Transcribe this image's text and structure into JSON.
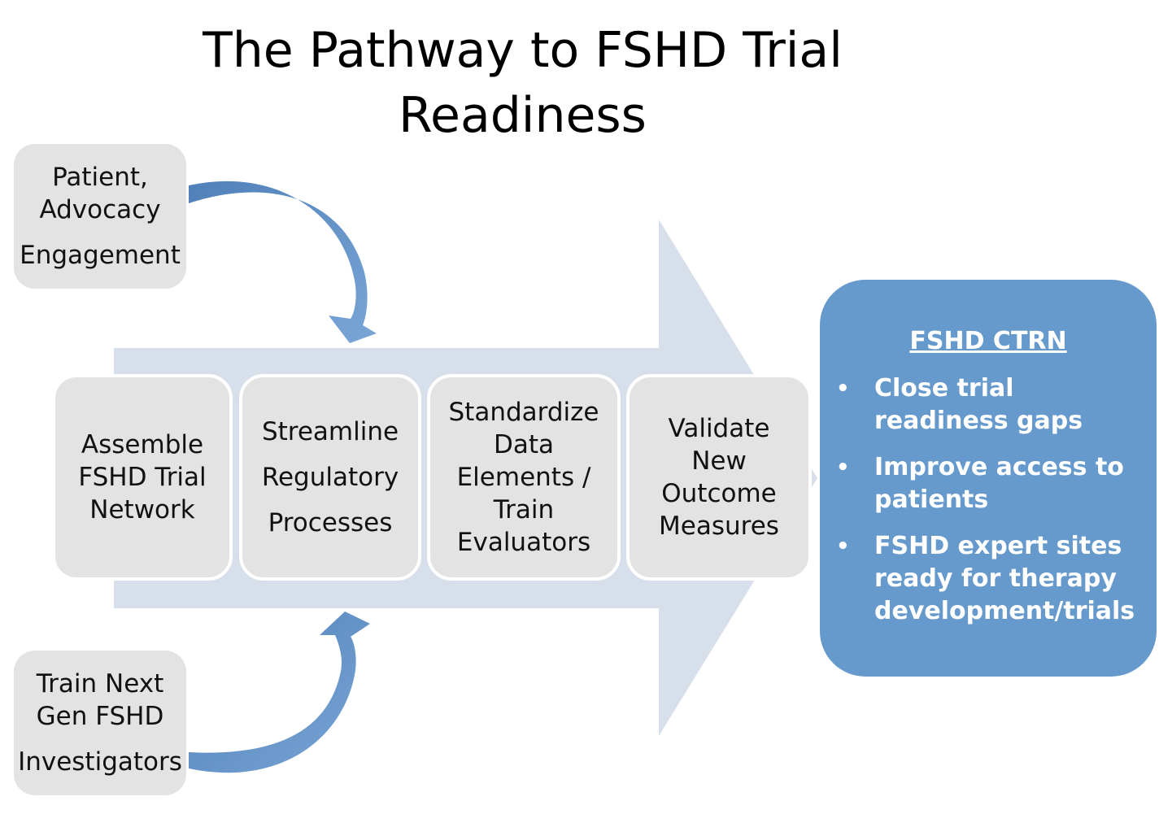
{
  "title": {
    "line1": "The Pathway to FSHD Trial",
    "line2": "Readiness"
  },
  "top_input": {
    "line1": "Patient,",
    "line2": "Advocacy",
    "line3": "Engagement"
  },
  "bottom_input": {
    "line1": "Train Next",
    "line2": "Gen FSHD",
    "line3": "Investigators"
  },
  "steps": [
    {
      "lines": [
        "Assemble",
        "FSHD Trial",
        "Network"
      ]
    },
    {
      "lines": [
        "Streamline",
        "Regulatory",
        "Processes"
      ]
    },
    {
      "lines": [
        "Standardize",
        "Data",
        "Elements /",
        "Train",
        "Evaluators"
      ]
    },
    {
      "lines": [
        "Validate",
        "New",
        "Outcome",
        "Measures"
      ]
    }
  ],
  "outcome": {
    "heading": "FSHD CTRN",
    "bullet_glyph": "•",
    "bullets": [
      "Close trial readiness gaps",
      "Improve access to patients",
      "FSHD expert sites ready for therapy development/trials"
    ]
  },
  "colors": {
    "arrow_fill": "#d6dfea",
    "box_fill": "#e3e3e3",
    "curved_arrow": "#5f8fc4",
    "outcome_fill": "#6699cc"
  }
}
